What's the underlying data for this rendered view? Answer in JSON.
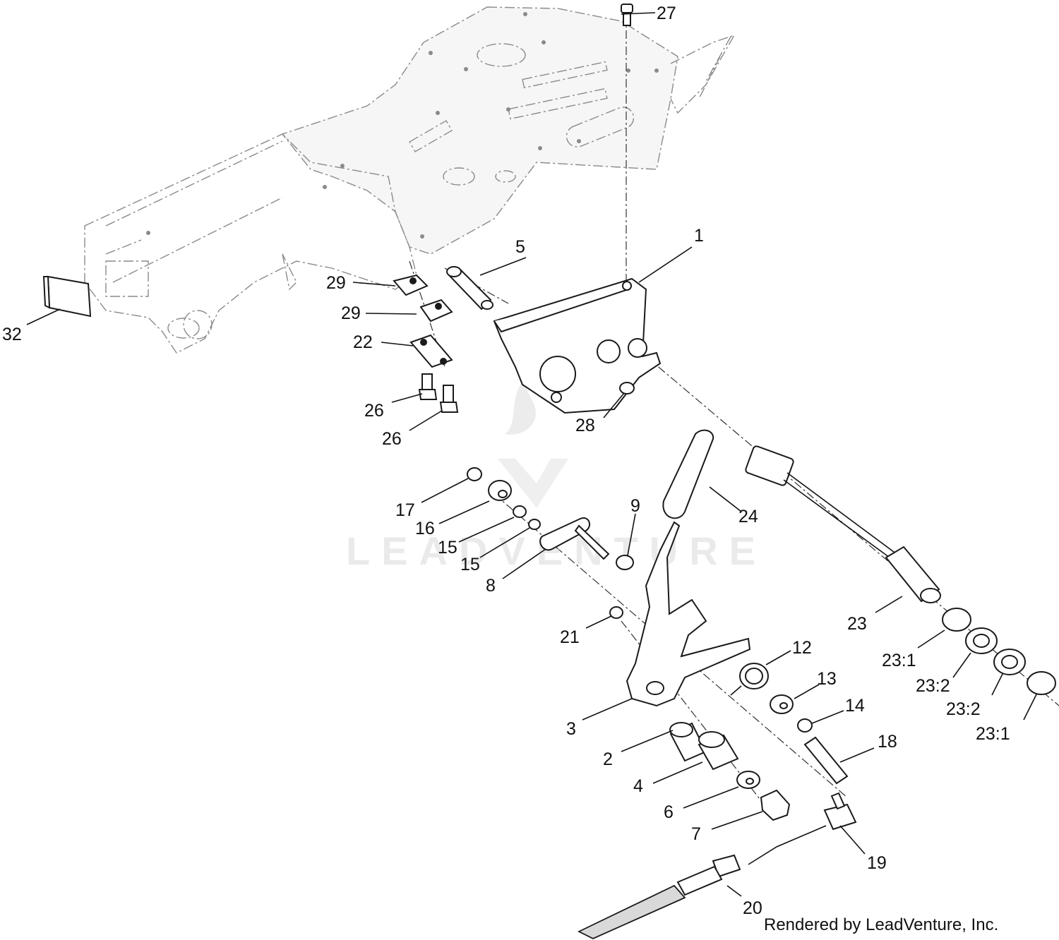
{
  "footer_text": "Rendered by LeadVenture, Inc.",
  "watermark_text": "LEADVENTURE",
  "callouts": {
    "c1": "1",
    "c2": "2",
    "c3": "3",
    "c4": "4",
    "c5": "5",
    "c6": "6",
    "c7": "7",
    "c8": "8",
    "c9": "9",
    "c12": "12",
    "c13": "13",
    "c14": "14",
    "c15a": "15",
    "c15b": "15",
    "c16": "16",
    "c17": "17",
    "c18": "18",
    "c19": "19",
    "c20": "20",
    "c21": "21",
    "c22": "22",
    "c23": "23",
    "c23_1a": "23:1",
    "c23_2a": "23:2",
    "c23_2b": "23:2",
    "c23_1b": "23:1",
    "c24": "24",
    "c26a": "26",
    "c26b": "26",
    "c27": "27",
    "c28": "28",
    "c29a": "29",
    "c29b": "29",
    "c32": "32"
  }
}
